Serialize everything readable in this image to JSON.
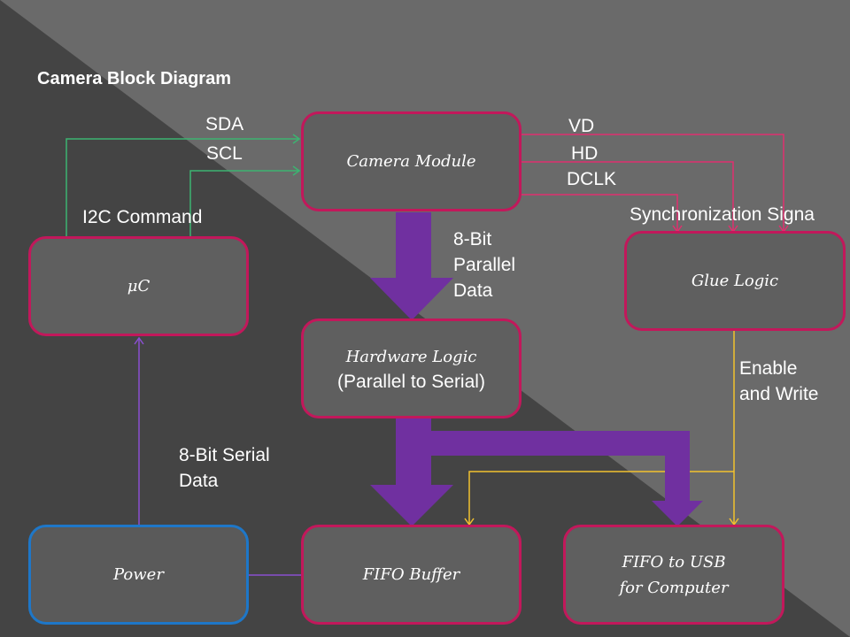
{
  "title": "Camera Block Diagram",
  "blocks": {
    "camera_module": "Camera Module",
    "uc": "μC",
    "glue_logic": "Glue Logic",
    "hardware_logic": "Hardware Logic",
    "hardware_logic_sub": "(Parallel to Serial)",
    "power": "Power",
    "fifo_buffer": "FIFO Buffer",
    "fifo_usb_line1": "FIFO to USB",
    "fifo_usb_line2": "for Computer"
  },
  "labels": {
    "sda": "SDA",
    "scl": "SCL",
    "i2c": "I2C Command",
    "vd": "VD",
    "hd": "HD",
    "dclk": "DCLK",
    "sync": "Synchronization Signa",
    "parallel_1": "8-Bit",
    "parallel_2": "Parallel",
    "parallel_3": "Data",
    "enable_1": "Enable",
    "enable_2": "and Write",
    "serial_1": "8-Bit Serial",
    "serial_2": "Data"
  },
  "colors": {
    "i2c_wire": "#3cb371",
    "sync_wire": "#e0306f",
    "enable_wire": "#f2c12e",
    "power_wire": "#8a4fd0",
    "bus_arrow": "#7030a0",
    "box_border": "#c2185b",
    "power_border": "#1e77c8"
  }
}
